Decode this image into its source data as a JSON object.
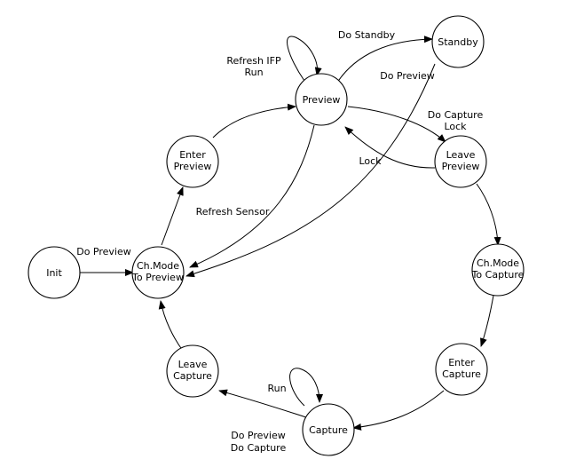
{
  "states": {
    "init": [
      "Init"
    ],
    "ch_mode_preview": [
      "Ch.Mode",
      "To Preview"
    ],
    "enter_preview": [
      "Enter",
      "Preview"
    ],
    "preview": [
      "Preview"
    ],
    "standby": [
      "Standby"
    ],
    "leave_preview": [
      "Leave",
      "Preview"
    ],
    "ch_mode_capture": [
      "Ch.Mode",
      "To Capture"
    ],
    "enter_capture": [
      "Enter",
      "Capture"
    ],
    "capture": [
      "Capture"
    ],
    "leave_capture": [
      "Leave",
      "Capture"
    ]
  },
  "transitions": {
    "do_preview_init": [
      "Do Preview"
    ],
    "refresh_ifp_run": [
      "Refresh IFP",
      "Run"
    ],
    "do_standby": [
      "Do Standby"
    ],
    "do_preview_standby": [
      "Do Preview"
    ],
    "do_capture_lock": [
      "Do Capture",
      "Lock"
    ],
    "lock": [
      "Lock"
    ],
    "refresh_sensor": [
      "Refresh Sensor"
    ],
    "run": [
      "Run"
    ],
    "do_preview_do_capture": [
      "Do Preview",
      "Do Capture"
    ]
  }
}
